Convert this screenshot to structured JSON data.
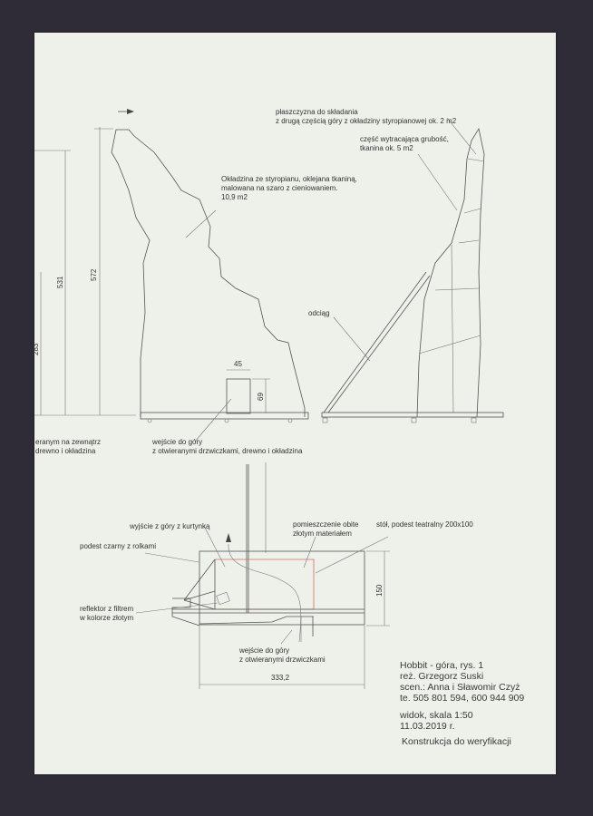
{
  "side_view": {
    "label_fold": [
      "płaszczyzna do składania",
      "z drugą częścią góry z okładziny styropianowej ok. 2 m2"
    ],
    "label_thin": [
      "część  wytracająca grubość,",
      "tkanina ok. 5 m2"
    ],
    "label_cover": [
      "Okładzina ze styropianu, oklejana tkaniną,",
      "malowana na szaro z cieniowaniem.",
      "10,9 m2"
    ],
    "label_brace": "odciąg",
    "label_entry": [
      "wejście do góry",
      "z otwieranymi drzwiczkami, drewno i okładzina"
    ],
    "label_left_cut": [
      "eranym na zewnątrz",
      "drewno i okładzina"
    ],
    "dim_height_total": "572",
    "dim_531": "531",
    "dim_283": "283",
    "dim_door_w": "45",
    "dim_door_h": "69"
  },
  "plan_view": {
    "label_exit": "wyjście z góry z kurtynką",
    "label_room": [
      "pomieszczenie obite",
      "złotym materiałem"
    ],
    "label_table": "stół, podest teatralny 200x100",
    "label_platform": "podest czarny z rolkami",
    "label_reflector": [
      "reflektor z filtrem",
      "w kolorze złotym"
    ],
    "label_entry": [
      "wejście do góry",
      "z otwieranymi drzwiczkami"
    ],
    "dim_depth": "150",
    "dim_width": "333,2"
  },
  "title_block": {
    "lines": [
      "Hobbit  - góra, rys. 1",
      "reż. Grzegorz Suski",
      "scen.: Anna i Sławomir Czyż",
      "te. 505 801 594, 600 944 909"
    ],
    "view": "widok, skala 1:50",
    "date": "11.03.2019 r.",
    "note": "Konstrukcja do weryfikacji"
  },
  "colors": {
    "background": "#2f2c37",
    "paper": "#eef0ea",
    "room_outline": "#d0705a"
  }
}
